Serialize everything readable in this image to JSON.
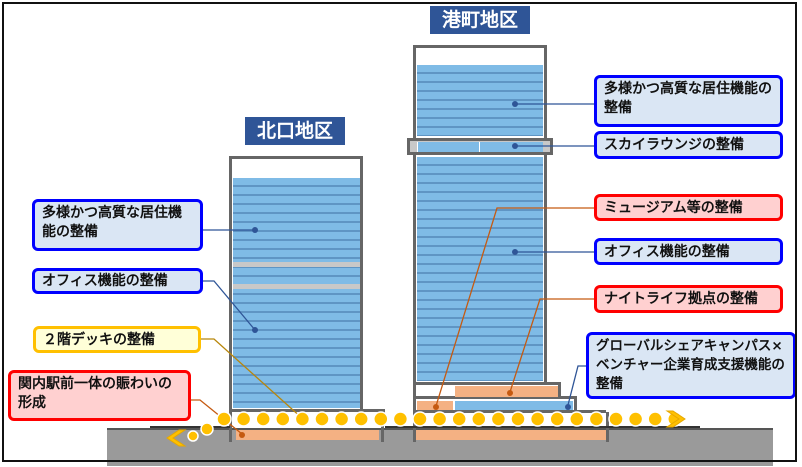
{
  "districts": {
    "minato": "港町地区",
    "kitaguchi": "北口地区"
  },
  "labels_left": {
    "residential": "多様かつ高質な居住機能の整備",
    "office": "オフィス機能の整備",
    "deck": "２階デッキの整備",
    "kannai": "関内駅前一体の賑わいの形成"
  },
  "labels_right": {
    "residential": "多様かつ高質な居住機能の整備",
    "sky_lounge": "スカイラウンジの整備",
    "museum": "ミュージアム等の整備",
    "office": "オフィス機能の整備",
    "nightlife": "ナイトライフ拠点の整備",
    "global": "グローバルシェアキャンパス×ベンチャー企業育成支援機能の整備"
  },
  "colors": {
    "blue": "#0000ff",
    "red": "#ff0000",
    "yellow": "#ffc000",
    "title": "#2f5597",
    "deck": "#ffc000"
  }
}
